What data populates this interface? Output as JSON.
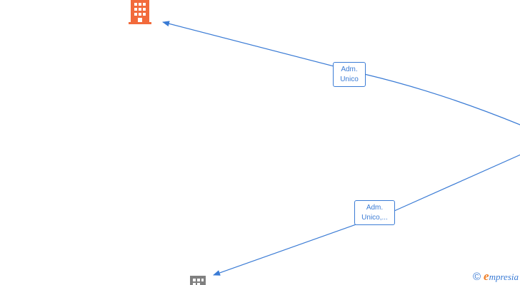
{
  "edges": [
    {
      "label_line1": "Adm.",
      "label_line2": "Unico"
    },
    {
      "label_line1": "Adm.",
      "label_line2": "Unico,..."
    }
  ],
  "nodes": [
    {
      "icon": "building-icon",
      "color": "#f26a3b"
    },
    {
      "icon": "building-icon",
      "color": "#808080"
    }
  ],
  "colors": {
    "edge": "#3a7bd5"
  },
  "watermark": {
    "copyright_symbol": "©",
    "brand_first": "e",
    "brand_rest": "mpresia"
  }
}
